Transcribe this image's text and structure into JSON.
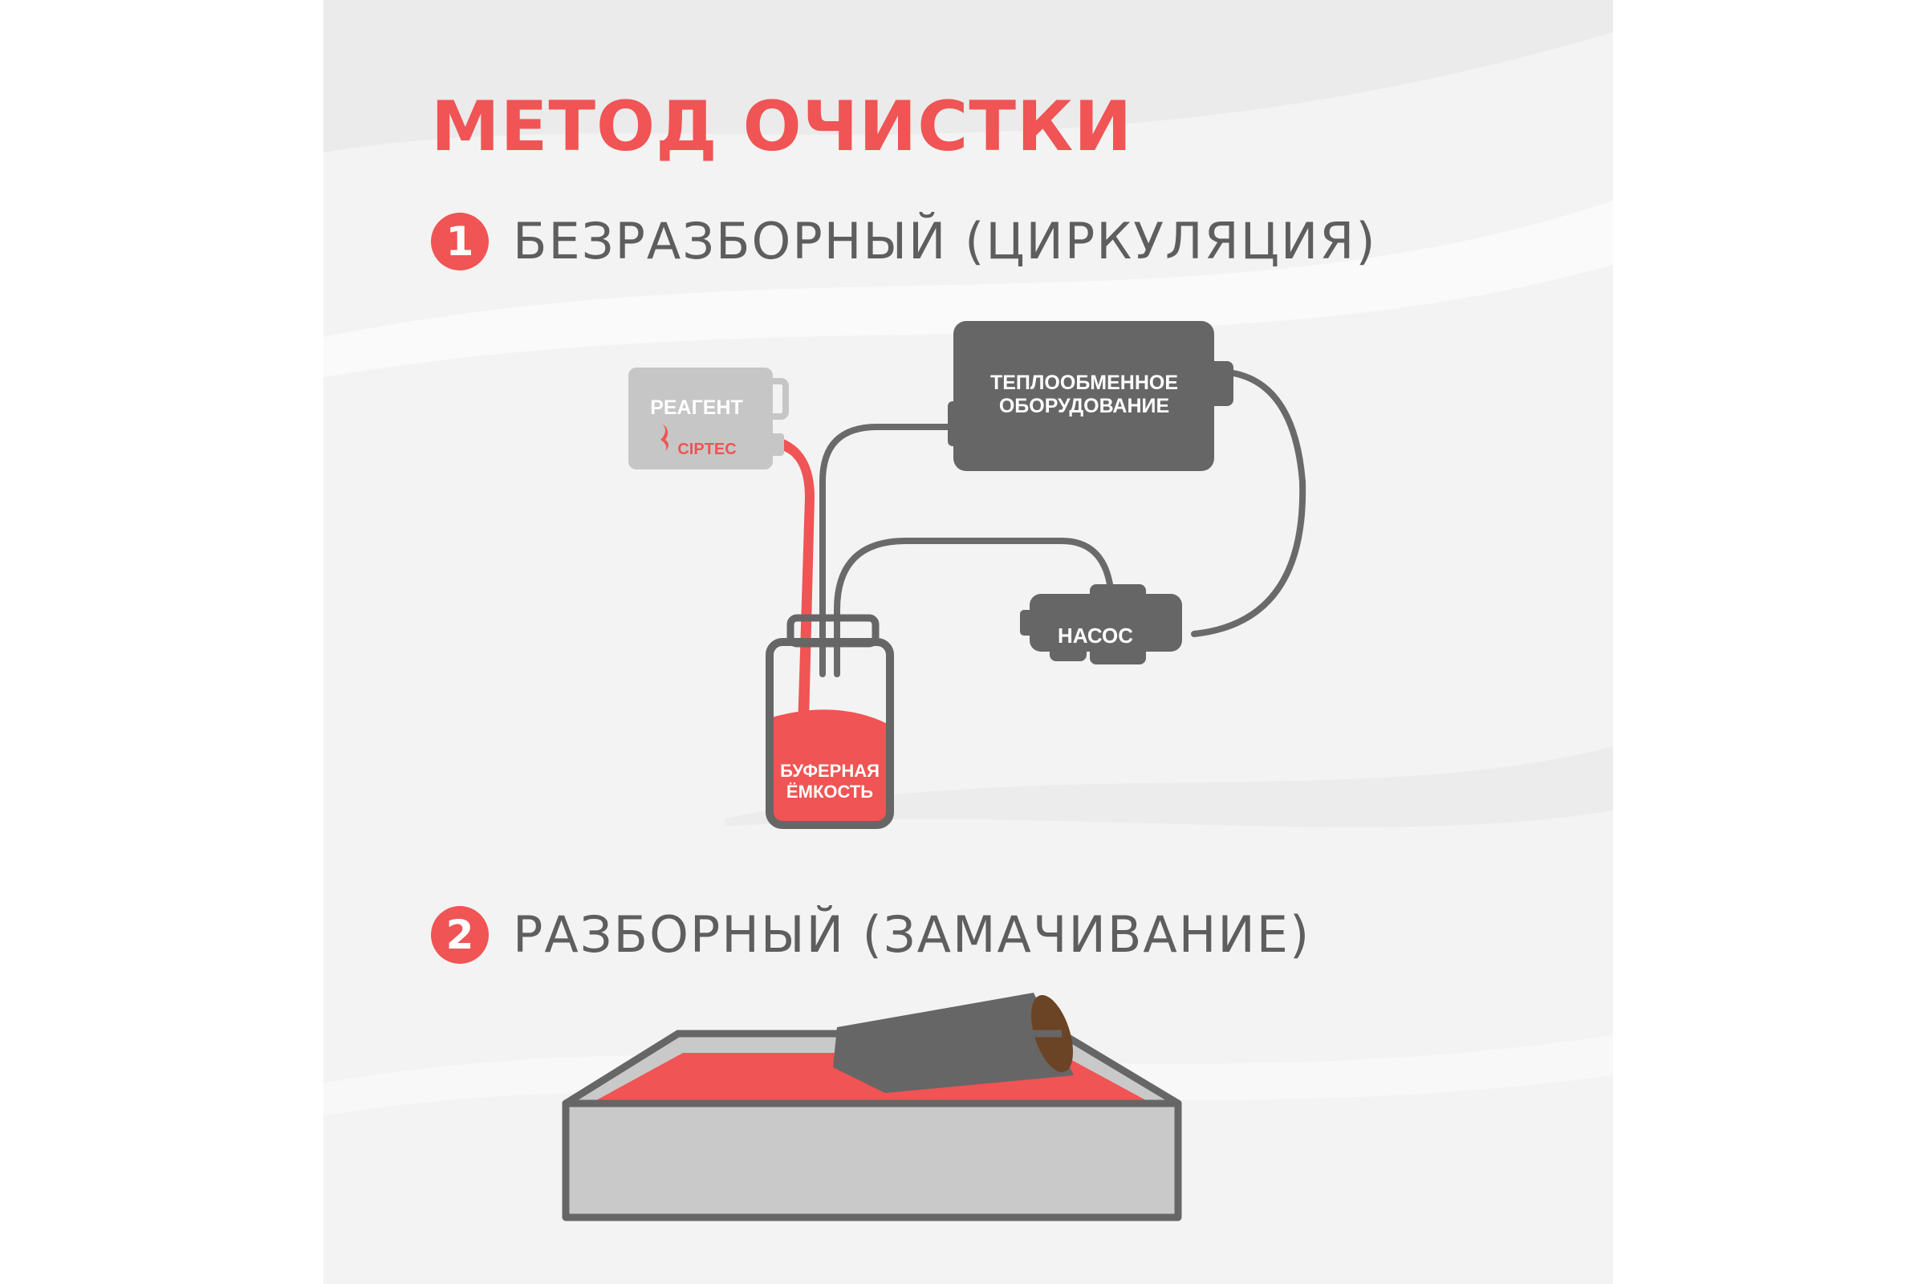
{
  "title": "МЕТОД ОЧИСТКИ",
  "steps": [
    {
      "number": "1",
      "label": "БЕЗРАЗБОРНЫЙ (ЦИРКУЛЯЦИЯ)"
    },
    {
      "number": "2",
      "label": "РАЗБОРНЫЙ (ЗАМАЧИВАНИЕ)"
    }
  ],
  "diagram": {
    "reagent": {
      "label": "РЕАГЕНТ",
      "brand": "CIPTEC"
    },
    "heat_exchanger": {
      "line1": "ТЕПЛООБМЕННОЕ",
      "line2": "ОБОРУДОВАНИЕ"
    },
    "pump": {
      "label": "НАСОС"
    },
    "buffer_tank": {
      "line1": "БУФЕРНАЯ",
      "line2": "ЁМКОСТЬ"
    }
  },
  "colors": {
    "accent": "#f05454",
    "equipment": "#666666",
    "reagent_canister": "#c6c6c6",
    "text": "#5e5e5e"
  }
}
